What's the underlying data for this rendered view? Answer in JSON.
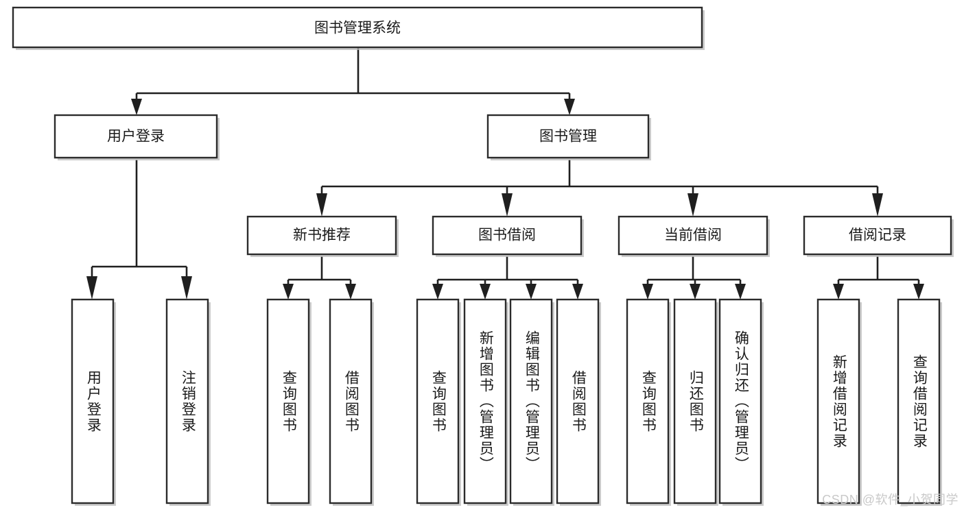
{
  "diagram": {
    "title_node": {
      "label": "图书管理系统"
    },
    "level2": [
      {
        "id": "user-login",
        "label": "用户登录"
      },
      {
        "id": "book-management",
        "label": "图书管理"
      }
    ],
    "level3": [
      {
        "id": "new-book-recommend",
        "label": "新书推荐"
      },
      {
        "id": "book-borrow",
        "label": "图书借阅"
      },
      {
        "id": "current-borrow",
        "label": "当前借阅"
      },
      {
        "id": "borrow-record",
        "label": "借阅记录"
      }
    ],
    "leaves": {
      "user_login": [
        {
          "id": "leaf-user-login",
          "label": "用户登录"
        },
        {
          "id": "leaf-logout-login",
          "label": "注销登录"
        }
      ],
      "new_book_recommend": [
        {
          "id": "leaf-query-book-1",
          "label": "查询图书"
        },
        {
          "id": "leaf-borrow-book-1",
          "label": "借阅图书"
        }
      ],
      "book_borrow": [
        {
          "id": "leaf-query-book-2",
          "label": "查询图书"
        },
        {
          "id": "leaf-add-book",
          "label": "新增图书（管理员）"
        },
        {
          "id": "leaf-edit-book",
          "label": "编辑图书（管理员）"
        },
        {
          "id": "leaf-borrow-book-2",
          "label": "借阅图书"
        }
      ],
      "current_borrow": [
        {
          "id": "leaf-query-book-3",
          "label": "查询图书"
        },
        {
          "id": "leaf-return-book",
          "label": "归还图书"
        },
        {
          "id": "leaf-confirm-return",
          "label": "确认归还（管理员）"
        }
      ],
      "borrow_record": [
        {
          "id": "leaf-add-record",
          "label": "新增借阅记录"
        },
        {
          "id": "leaf-query-record",
          "label": "查询借阅记录"
        }
      ]
    },
    "watermark": "CSDN @软件_小贺同学",
    "colors": {
      "box_stroke": "#2b2b2b",
      "connector": "#1f1f1f",
      "text": "#1a1a1a",
      "background": "#ffffff",
      "watermark": "#c9c9c9"
    }
  }
}
